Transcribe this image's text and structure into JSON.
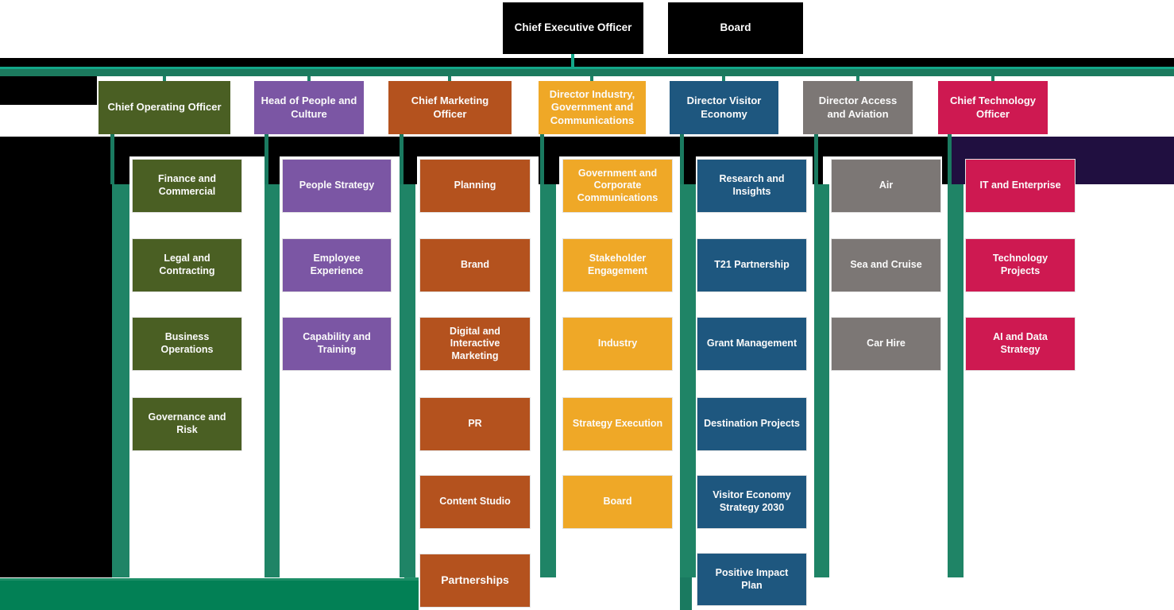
{
  "chart": {
    "type": "org-chart",
    "top_nodes": [
      {
        "label": "Chief Executive Officer"
      },
      {
        "label": "Board"
      }
    ],
    "branches": [
      {
        "role": "Chief Operating Officer",
        "color": "#4a5f23",
        "items": [
          "Finance and Commercial",
          "Legal and Contracting",
          "Business Operations",
          "Governance and Risk"
        ]
      },
      {
        "role": "Head of People and Culture",
        "color": "#7b56a4",
        "items": [
          "People Strategy",
          "Employee Experience",
          "Capability and Training"
        ]
      },
      {
        "role": "Chief Marketing Officer",
        "color": "#b4521e",
        "items": [
          "Planning",
          "Brand",
          "Digital and Interactive Marketing",
          "PR",
          "Content Studio",
          "Partnerships"
        ]
      },
      {
        "role": "Director Industry, Government and Communications",
        "color": "#efa827",
        "items": [
          "Government and Corporate Communications",
          "Stakeholder Engagement",
          "Industry",
          "Strategy Execution",
          "Board"
        ]
      },
      {
        "role": "Director Visitor Economy",
        "color": "#1e577f",
        "items": [
          "Research and Insights",
          "T21 Partnership",
          "Grant Management",
          "Destination Projects",
          "Visitor Economy Strategy 2030",
          "Positive Impact Plan"
        ]
      },
      {
        "role": "Director Access and Aviation",
        "color": "#7c7775",
        "items": [
          "Air",
          "Sea and Cruise",
          "Car Hire"
        ]
      },
      {
        "role": "Chief Technology Officer",
        "color": "#ce1951",
        "items": [
          "IT and Enterprise",
          "Technology Projects",
          "AI and Data Strategy"
        ]
      }
    ],
    "connector_colors": {
      "horizontal_bar": "#1c7a5e",
      "horizontal_bar_highlight": "#13a789",
      "vertical_lanes": "#1f8466",
      "bottom_bar": "#028055"
    },
    "background_colors": {
      "page": "#ffffff",
      "dark_bands": "#000000",
      "right_band": "#200f40"
    }
  }
}
